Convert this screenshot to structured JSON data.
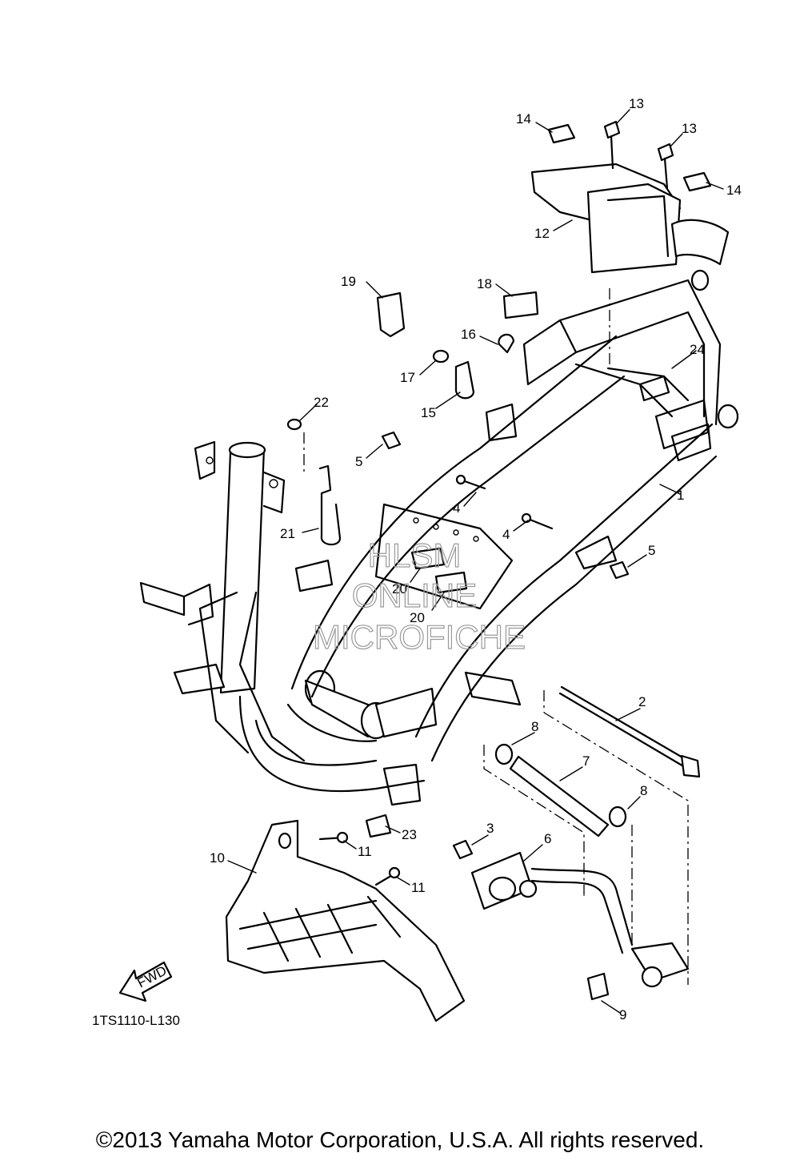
{
  "callouts": {
    "p1": "1",
    "p2": "2",
    "p3": "3",
    "p4a": "4",
    "p4b": "4",
    "p5a": "5",
    "p5b": "5",
    "p6": "6",
    "p7": "7",
    "p8a": "8",
    "p8b": "8",
    "p9": "9",
    "p10": "10",
    "p11a": "11",
    "p11b": "11",
    "p12": "12",
    "p13a": "13",
    "p13b": "13",
    "p14a": "14",
    "p14b": "14",
    "p15": "15",
    "p16": "16",
    "p17": "17",
    "p18": "18",
    "p19": "19",
    "p20a": "20",
    "p20b": "20",
    "p21": "21",
    "p22": "22",
    "p23": "23",
    "p24": "24"
  },
  "fwd_label": "FWD",
  "diagram_code": "1TS1110-L130",
  "watermark": [
    "HLSM",
    "ONLINE",
    "MICROFICHE"
  ],
  "copyright": "©2013 Yamaha Motor Corporation, U.S.A. All rights reserved."
}
